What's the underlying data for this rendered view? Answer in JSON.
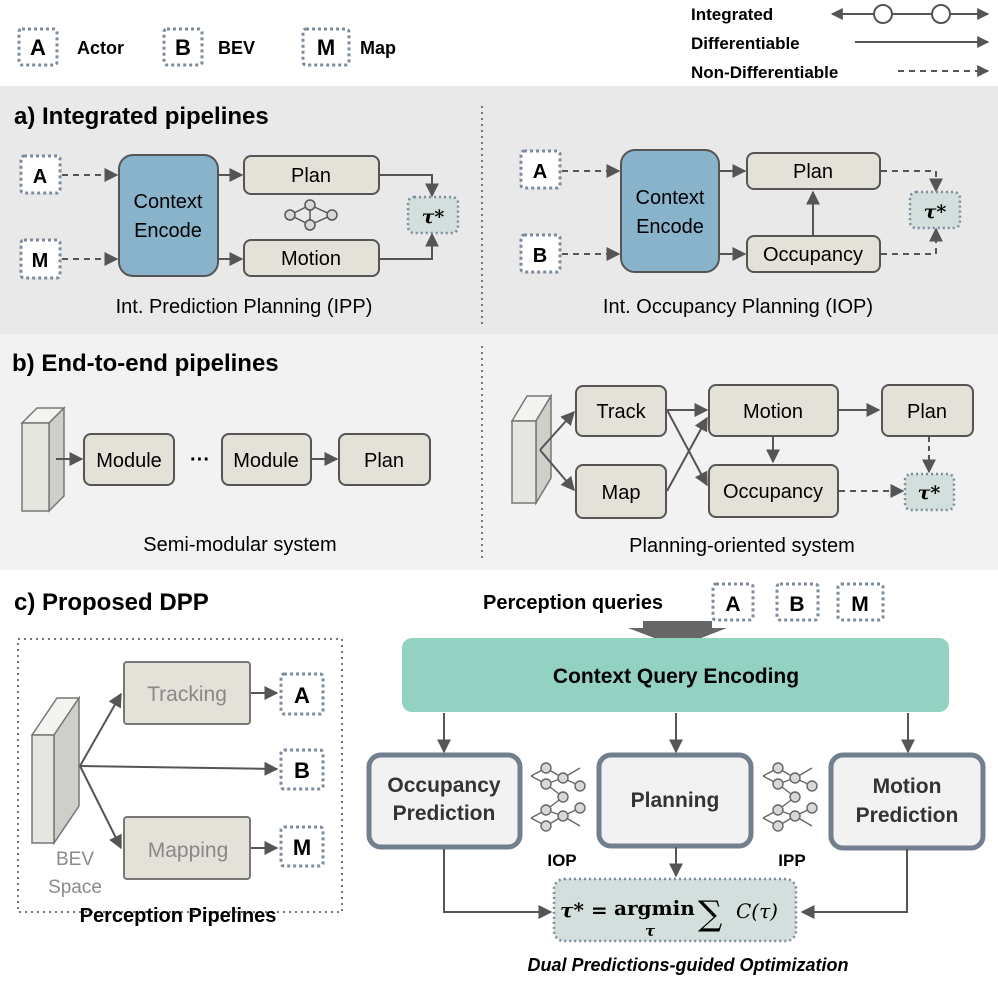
{
  "legend": {
    "actor_key": "A",
    "actor_label": "Actor",
    "bev_key": "B",
    "bev_label": "BEV",
    "map_key": "M",
    "map_label": "Map",
    "integrated": "Integrated",
    "differentiable": "Differentiable",
    "non_differentiable": "Non-Differentiable"
  },
  "section_a": {
    "title": "a) Integrated pipelines",
    "ipp": {
      "input_a": "A",
      "input_m": "M",
      "encoder_line1": "Context",
      "encoder_line2": "Encode",
      "plan": "Plan",
      "motion": "Motion",
      "output": "τ*",
      "caption": "Int. Prediction Planning (IPP)"
    },
    "iop": {
      "input_a": "A",
      "input_b": "B",
      "encoder_line1": "Context",
      "encoder_line2": "Encode",
      "plan": "Plan",
      "occupancy": "Occupancy",
      "output": "τ*",
      "caption": "Int. Occupancy Planning (IOP)"
    }
  },
  "section_b": {
    "title": "b) End-to-end pipelines",
    "semi": {
      "module1": "Module",
      "ellipsis": "···",
      "module2": "Module",
      "plan": "Plan",
      "caption": "Semi-modular system"
    },
    "planning": {
      "track": "Track",
      "map": "Map",
      "motion": "Motion",
      "occupancy": "Occupancy",
      "plan": "Plan",
      "output": "τ*",
      "caption": "Planning-oriented system"
    }
  },
  "section_c": {
    "title": "c) Proposed DPP",
    "perception": {
      "tracking": "Tracking",
      "mapping": "Mapping",
      "out_a": "A",
      "out_b": "B",
      "out_m": "M",
      "bev_line1": "BEV",
      "bev_line2": "Space",
      "caption": "Perception Pipelines"
    },
    "queries": {
      "label": "Perception queries",
      "a": "A",
      "b": "B",
      "m": "M"
    },
    "context_query_encoding": "Context Query Encoding",
    "occupancy_line1": "Occupancy",
    "occupancy_line2": "Prediction",
    "planning": "Planning",
    "motion_line1": "Motion",
    "motion_line2": "Prediction",
    "iop": "IOP",
    "ipp": "IPP",
    "formula": {
      "lhs": "τ* =",
      "op": "argmin",
      "sub": "τ",
      "sum": "∑",
      "cost": "C(τ)"
    },
    "caption": "Dual Predictions-guided Optimization"
  },
  "colors": {
    "encoder": "#89b3cb",
    "box": "#e4e1d9",
    "tau_box": "#d3dfdd",
    "query_bar": "#93d1c3",
    "line": "#555555",
    "dotted": "#7a8a9a"
  }
}
